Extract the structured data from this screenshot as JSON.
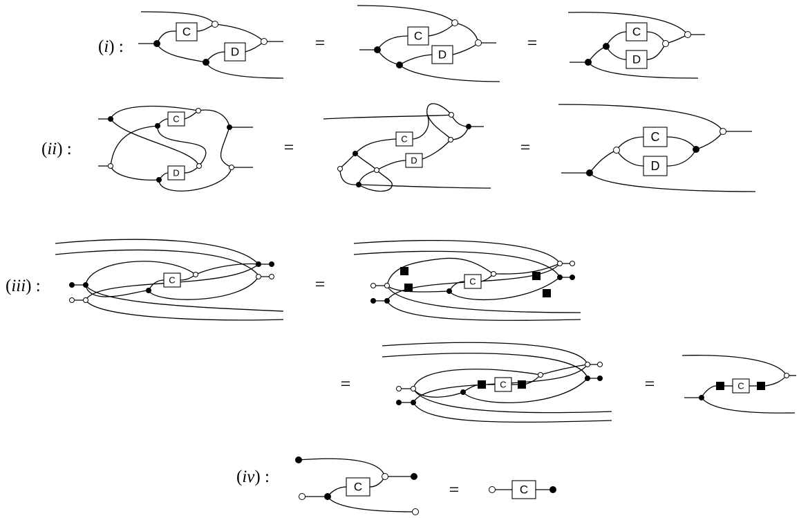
{
  "labels": {
    "i": {
      "open": "(",
      "var": "i",
      "close": ") :"
    },
    "ii": {
      "open": "(",
      "var": "ii",
      "close": ") :"
    },
    "iii": {
      "open": "(",
      "var": "iii",
      "close": ") :"
    },
    "iv": {
      "open": "(",
      "var": "iv",
      "close": ") :"
    }
  },
  "equals_sign": "=",
  "boxes": {
    "c": "C",
    "d": "D"
  }
}
